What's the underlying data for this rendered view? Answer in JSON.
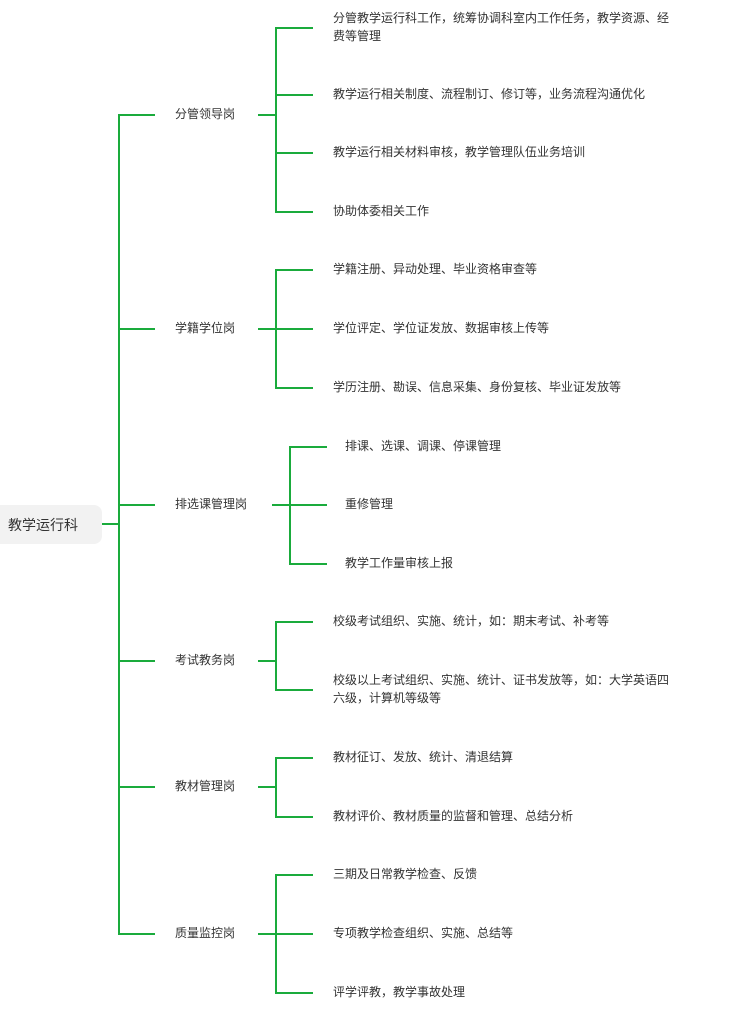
{
  "colors": {
    "line": "#1aab3c",
    "root_bg": "#f2f2f2",
    "text": "#333333"
  },
  "root": "教学运行科",
  "branches": [
    {
      "label": "分管领导岗",
      "items": [
        "分管教学运行科工作，统筹协调科室内工作任务，教学资源、经费等管理",
        "教学运行相关制度、流程制订、修订等，业务流程沟通优化",
        "教学运行相关材料审核，教学管理队伍业务培训",
        "协助体委相关工作"
      ]
    },
    {
      "label": "学籍学位岗",
      "items": [
        "学籍注册、异动处理、毕业资格审查等",
        "学位评定、学位证发放、数据审核上传等",
        "学历注册、勘误、信息采集、身份复核、毕业证发放等"
      ]
    },
    {
      "label": "排选课管理岗",
      "items": [
        "排课、选课、调课、停课管理",
        "重修管理",
        "教学工作量审核上报"
      ]
    },
    {
      "label": "考试教务岗",
      "items": [
        "校级考试组织、实施、统计，如：期末考试、补考等",
        "校级以上考试组织、实施、统计、证书发放等，如：大学英语四六级，计算机等级等"
      ]
    },
    {
      "label": "教材管理岗",
      "items": [
        "教材征订、发放、统计、清退结算",
        "教材评价、教材质量的监督和管理、总结分析"
      ]
    },
    {
      "label": "质量监控岗",
      "items": [
        "三期及日常教学检查、反馈",
        "专项教学检查组织、实施、总结等",
        "评学评教，教学事故处理"
      ]
    }
  ]
}
